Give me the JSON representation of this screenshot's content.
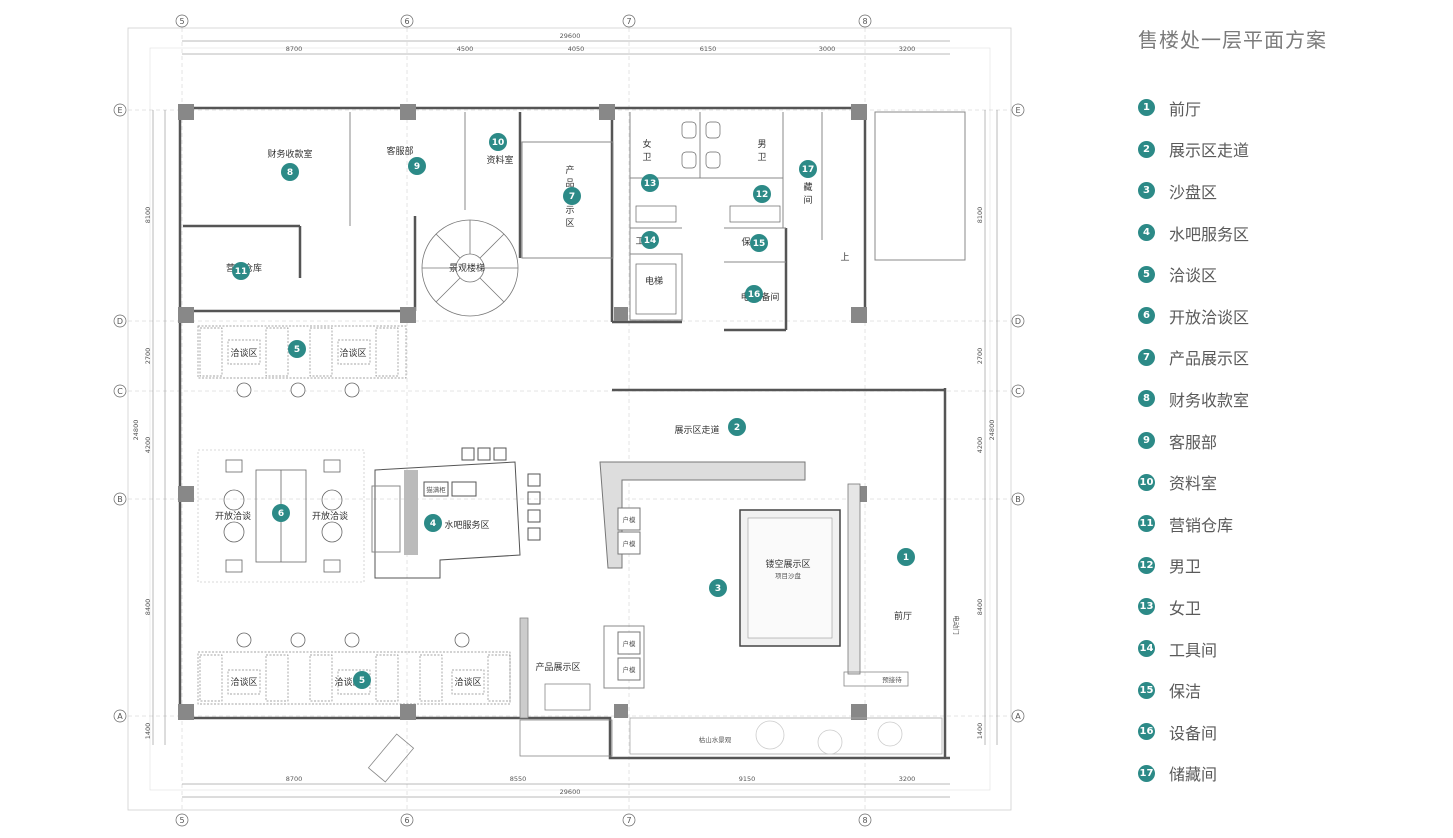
{
  "legend": {
    "title": "售楼处一层平面方案",
    "items": [
      {
        "num": "1",
        "label": "前厅"
      },
      {
        "num": "2",
        "label": "展示区走道"
      },
      {
        "num": "3",
        "label": "沙盘区"
      },
      {
        "num": "4",
        "label": "水吧服务区"
      },
      {
        "num": "5",
        "label": "洽谈区"
      },
      {
        "num": "6",
        "label": "开放洽谈区"
      },
      {
        "num": "7",
        "label": "产品展示区"
      },
      {
        "num": "8",
        "label": "财务收款室"
      },
      {
        "num": "9",
        "label": "客服部"
      },
      {
        "num": "10",
        "label": "资料室"
      },
      {
        "num": "11",
        "label": "营销仓库"
      },
      {
        "num": "12",
        "label": "男卫"
      },
      {
        "num": "13",
        "label": "女卫"
      },
      {
        "num": "14",
        "label": "工具间"
      },
      {
        "num": "15",
        "label": "保洁"
      },
      {
        "num": "16",
        "label": "设备间"
      },
      {
        "num": "17",
        "label": "储藏间"
      }
    ]
  },
  "plan": {
    "axes": {
      "col1": "5",
      "col2": "6",
      "col3": "7",
      "col4": "8",
      "rowE": "E",
      "rowD": "D",
      "rowC": "C",
      "rowB": "B",
      "rowA": "A"
    },
    "dims": {
      "top_total": "29600",
      "top_1": "8700",
      "top_2": "4500",
      "top_3": "4050",
      "top_4": "6150",
      "top_5": "3000",
      "top_6": "3200",
      "bot_total": "29600",
      "bot_1": "8700",
      "bot_2": "8550",
      "bot_3": "9150",
      "bot_4": "3200",
      "side_1": "8100",
      "side_2": "2700",
      "side_3": "4200",
      "side_4": "8400",
      "side_5": "1400",
      "side_total": "24800"
    },
    "rooms": {
      "finance": "财务收款室",
      "service": "客服部",
      "archive": "资料室",
      "product_a": "产",
      "product_b": "品",
      "product_c": "示",
      "product_d": "区",
      "women_a": "女",
      "women_b": "卫",
      "men_a": "男",
      "men_b": "卫",
      "storage_a": "藏",
      "storage_b": "间",
      "warehouse": "营销仓库",
      "stair": "景观楼梯",
      "elevator": "电梯",
      "equip": "电  设备间",
      "tool": "工",
      "clean": "保",
      "nego1": "洽谈区",
      "nego2": "洽谈区",
      "nego3": "洽谈区",
      "nego4": "洽谈区",
      "nego5": "洽谈区",
      "open1": "开放洽谈",
      "open2": "开放洽谈",
      "corridor": "展示区走道",
      "bar": "水吧服务区",
      "bar_small": "猫满柜",
      "sandtable": "镂空展示区",
      "sandtable_sub": "项目沙盘",
      "lobby": "前厅",
      "reception": "预接待",
      "product_zone": "产品展示区",
      "landscape": "枯山水景观",
      "model1": "户模",
      "model2": "户模",
      "model3": "户模",
      "model4": "户模",
      "up": "上",
      "elec_door": "电动门"
    },
    "markers": [
      "1",
      "2",
      "3",
      "4",
      "5",
      "5",
      "6",
      "7",
      "8",
      "9",
      "10",
      "11",
      "12",
      "13",
      "14",
      "15",
      "16",
      "17"
    ]
  }
}
